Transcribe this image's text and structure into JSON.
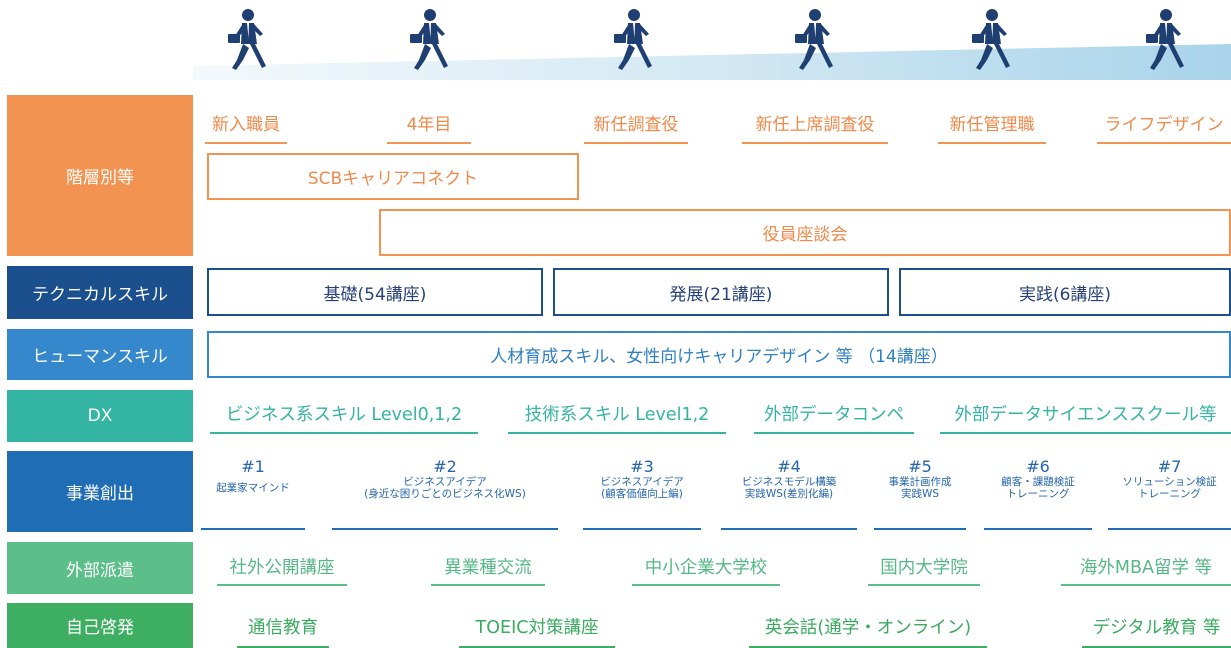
{
  "colors": {
    "orange": "#f39352",
    "navy": "#1c4f8e",
    "blue": "#3488cb",
    "teal": "#35b5a3",
    "deep_blue": "#1f6db5",
    "green1": "#5cbf8a",
    "green2": "#3eaf62"
  },
  "icons": [
    "businessman-walking-icon"
  ],
  "labels": {
    "rank": "階層別等",
    "technical": "テクニカルスキル",
    "human": "ヒューマンスキル",
    "dx": "DX",
    "business": "事業創出",
    "dispatch": "外部派遣",
    "self": "自己啓発"
  },
  "stages": [
    "新入職員",
    "4年目",
    "新任調査役",
    "新任上席調査役",
    "新任管理職",
    "ライフデザイン"
  ],
  "rank_programs": {
    "career_connect": "SCBキャリアコネクト",
    "exec_talk": "役員座談会"
  },
  "technical": [
    "基礎(54講座)",
    "発展(21講座)",
    "実践(6講座)"
  ],
  "human": "人材育成スキル、女性向けキャリアデザイン 等 （14講座）",
  "dx": [
    "ビジネス系スキル Level0,1,2",
    "技術系スキル Level1,2",
    "外部データコンペ",
    "外部データサイエンススクール等"
  ],
  "business": [
    {
      "num": "#1",
      "line1": "起業家マインド",
      "line2": ""
    },
    {
      "num": "#2",
      "line1": "ビジネスアイデア",
      "line2": "(身近な困りごとのビジネス化WS)"
    },
    {
      "num": "#3",
      "line1": "ビジネスアイデア",
      "line2": "(顧客価値向上編)"
    },
    {
      "num": "#4",
      "line1": "ビジネスモデル構築",
      "line2": "実践WS(差別化編)"
    },
    {
      "num": "#5",
      "line1": "事業計画作成",
      "line2": "実践WS"
    },
    {
      "num": "#6",
      "line1": "顧客・課題検証",
      "line2": "トレーニング"
    },
    {
      "num": "#7",
      "line1": "ソリューション検証",
      "line2": "トレーニング"
    }
  ],
  "dispatch": [
    "社外公開講座",
    "異業種交流",
    "中小企業大学校",
    "国内大学院",
    "海外MBA留学 等"
  ],
  "self": [
    "通信教育",
    "TOEIC対策講座",
    "英会話(通学・オンライン)",
    "デジタル教育 等"
  ]
}
